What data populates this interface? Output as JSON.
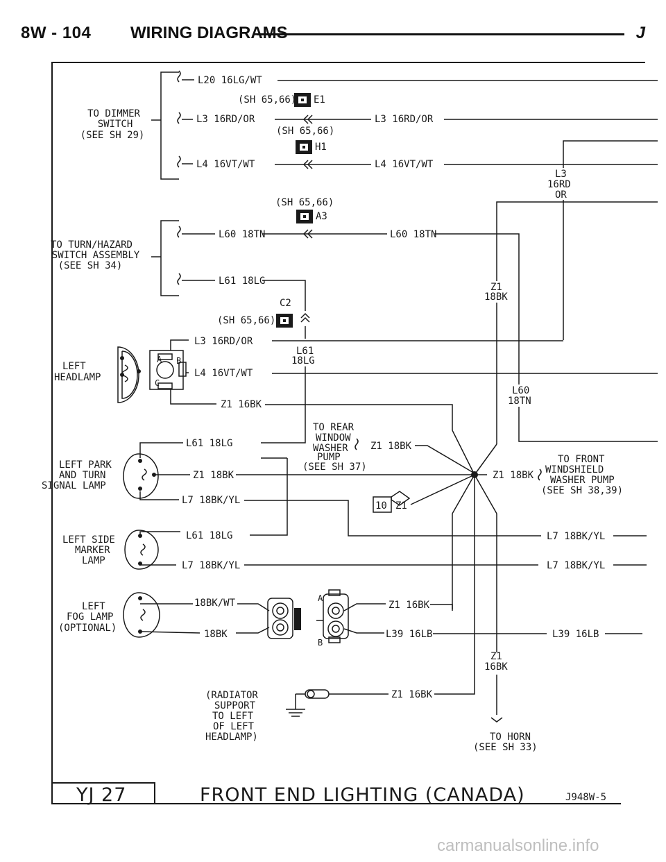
{
  "header": {
    "page": "8W - 104",
    "title": "WIRING DIAGRAMS",
    "letter": "J"
  },
  "connector_refs": {
    "e1": {
      "ref": "(SH 65,66)",
      "pin": "E1"
    },
    "h1": {
      "ref": "(SH 65,66)",
      "pin": "H1"
    },
    "a3": {
      "ref": "(SH 65,66)",
      "pin": "A3"
    },
    "c2": {
      "ref": "(SH 65,66)",
      "pin": "C2"
    }
  },
  "dimmer_switch": {
    "line1": "TO DIMMER",
    "line2": "SWITCH",
    "line3": "(SEE SH 29)"
  },
  "turn_switch": {
    "line1": "TO TURN/HAZARD",
    "line2": "SWITCH ASSEMBLY",
    "line3": "(SEE SH 34)"
  },
  "wires": {
    "l20": "L20 16LG/WT",
    "l3_in": "L3 16RD/OR",
    "l3_out": "L3 16RD/OR",
    "l4_in": "L4 16VT/WT",
    "l4_out": "L4 16VT/WT",
    "l60_in": "L60 18TN",
    "l60_out": "L60 18TN",
    "l61": "L61 18LG",
    "l3_hl": "L3 16RD/OR",
    "l4_hl": "L4 16VT/WT",
    "z1_hl": "Z1 16BK",
    "l61_park": "L61 18LG",
    "z1_park": "Z1 18BK",
    "l7_park": "L7 18BK/YL",
    "l61_side": "L61 18LG",
    "l7_side": "L7 18BK/YL",
    "l7_right1": "L7 18BK/YL",
    "l7_right2": "L7 18BK/YL",
    "fog_bkwt": "18BK/WT",
    "fog_bk": "18BK",
    "z1_fog": "Z1 16BK",
    "l39": "L39 16LB",
    "l39_right": "L39 16LB",
    "z1_washer": "Z1 18BK",
    "z1_front": "Z1 18BK",
    "z1_ground": "Z1 16BK"
  },
  "vertical_labels": {
    "l3_a": "L3",
    "l3_b": "16RD",
    "l3_c": "OR",
    "z1_a": "Z1",
    "z1_b": "18BK",
    "l61_a": "L61",
    "l61_b": "18LG",
    "l60_a": "L60",
    "l60_b": "18TN",
    "z1g_a": "Z1",
    "z1g_b": "16BK"
  },
  "components": {
    "headlamp_1": "LEFT",
    "headlamp_2": "HEADLAMP",
    "hl_pin_a": "A",
    "hl_pin_b": "B",
    "hl_pin_c": "C",
    "park_1": "LEFT PARK",
    "park_2": "AND TURN",
    "park_3": "SIGNAL LAMP",
    "side_1": "LEFT SIDE",
    "side_2": "MARKER",
    "side_3": "LAMP",
    "fog_1": "LEFT",
    "fog_2": "FOG LAMP",
    "fog_3": "(OPTIONAL)",
    "fog_pin_a": "A",
    "fog_pin_b": "B",
    "rear_1": "TO REAR",
    "rear_2": "WINDOW",
    "rear_3": "WASHER",
    "rear_4": "PUMP",
    "rear_5": "(SEE SH 37)",
    "front_1": "TO FRONT",
    "front_2": "WINDSHIELD",
    "front_3": "WASHER PUMP",
    "front_4": "(SEE SH 38,39)",
    "splice_1": "10",
    "splice_2": "Z1",
    "rad_1": "(RADIATOR",
    "rad_2": "SUPPORT",
    "rad_3": "TO LEFT",
    "rad_4": "OF LEFT",
    "rad_5": "HEADLAMP)",
    "horn_1": "TO HORN",
    "horn_2": "(SEE SH 33)"
  },
  "footer": {
    "model": "YJ 27",
    "title": "FRONT END LIGHTING (CANADA)",
    "code": "J948W-5"
  },
  "watermark": "carmanualsonline.info"
}
